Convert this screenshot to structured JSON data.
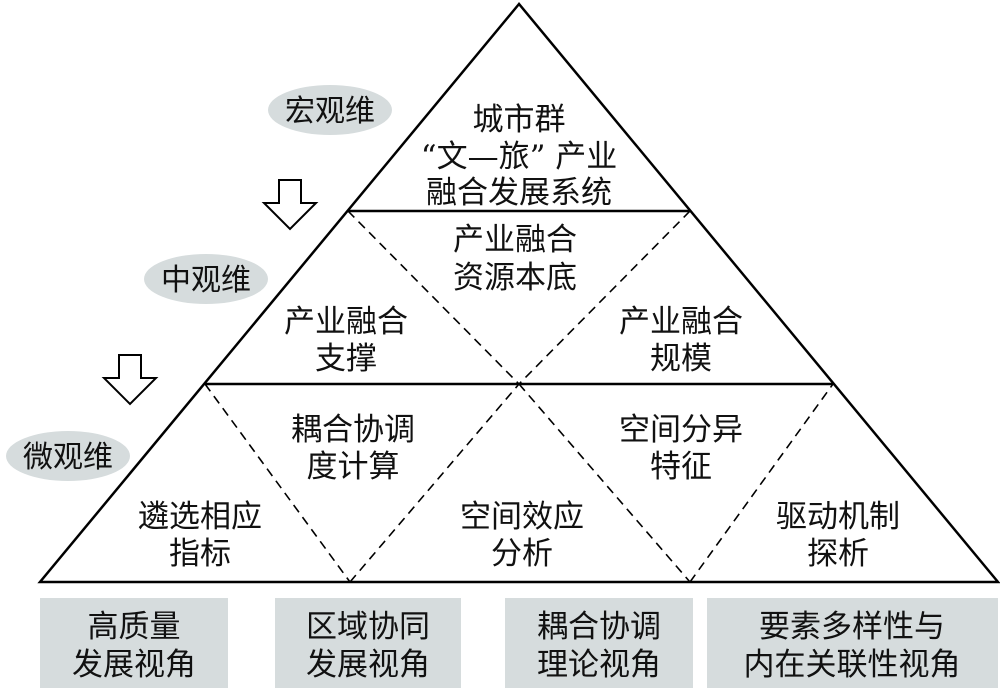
{
  "colors": {
    "line": "#000000",
    "ellipse_fill": "#d6dcdd",
    "box_fill": "#d6dcdd",
    "text": "#111111"
  },
  "levels": {
    "macro": "宏观维",
    "meso": "中观维",
    "micro": "微观维"
  },
  "arrows": [
    "down-arrow-icon",
    "down-arrow-icon"
  ],
  "top": {
    "line1": "城市群",
    "line2": "“文—旅” 产业",
    "line3": "融合发展系统"
  },
  "middle": {
    "center": {
      "line1": "产业融合",
      "line2": "资源本底"
    },
    "left": {
      "line1": "产业融合",
      "line2": "支撑"
    },
    "right": {
      "line1": "产业融合",
      "line2": "规模"
    }
  },
  "bottom": {
    "outer_left": {
      "line1": "遴选相应",
      "line2": "指标"
    },
    "inner_left": {
      "line1": "耦合协调",
      "line2": "度计算"
    },
    "center": {
      "line1": "空间效应",
      "line2": "分析"
    },
    "inner_right": {
      "line1": "空间分异",
      "line2": "特征"
    },
    "outer_right": {
      "line1": "驱动机制",
      "line2": "探析"
    }
  },
  "perspectives": [
    {
      "line1": "高质量",
      "line2": "发展视角"
    },
    {
      "line1": "区域协同",
      "line2": "发展视角"
    },
    {
      "line1": "耦合协调",
      "line2": "理论视角"
    },
    {
      "line1": "要素多样性与",
      "line2": "内在关联性视角"
    }
  ]
}
